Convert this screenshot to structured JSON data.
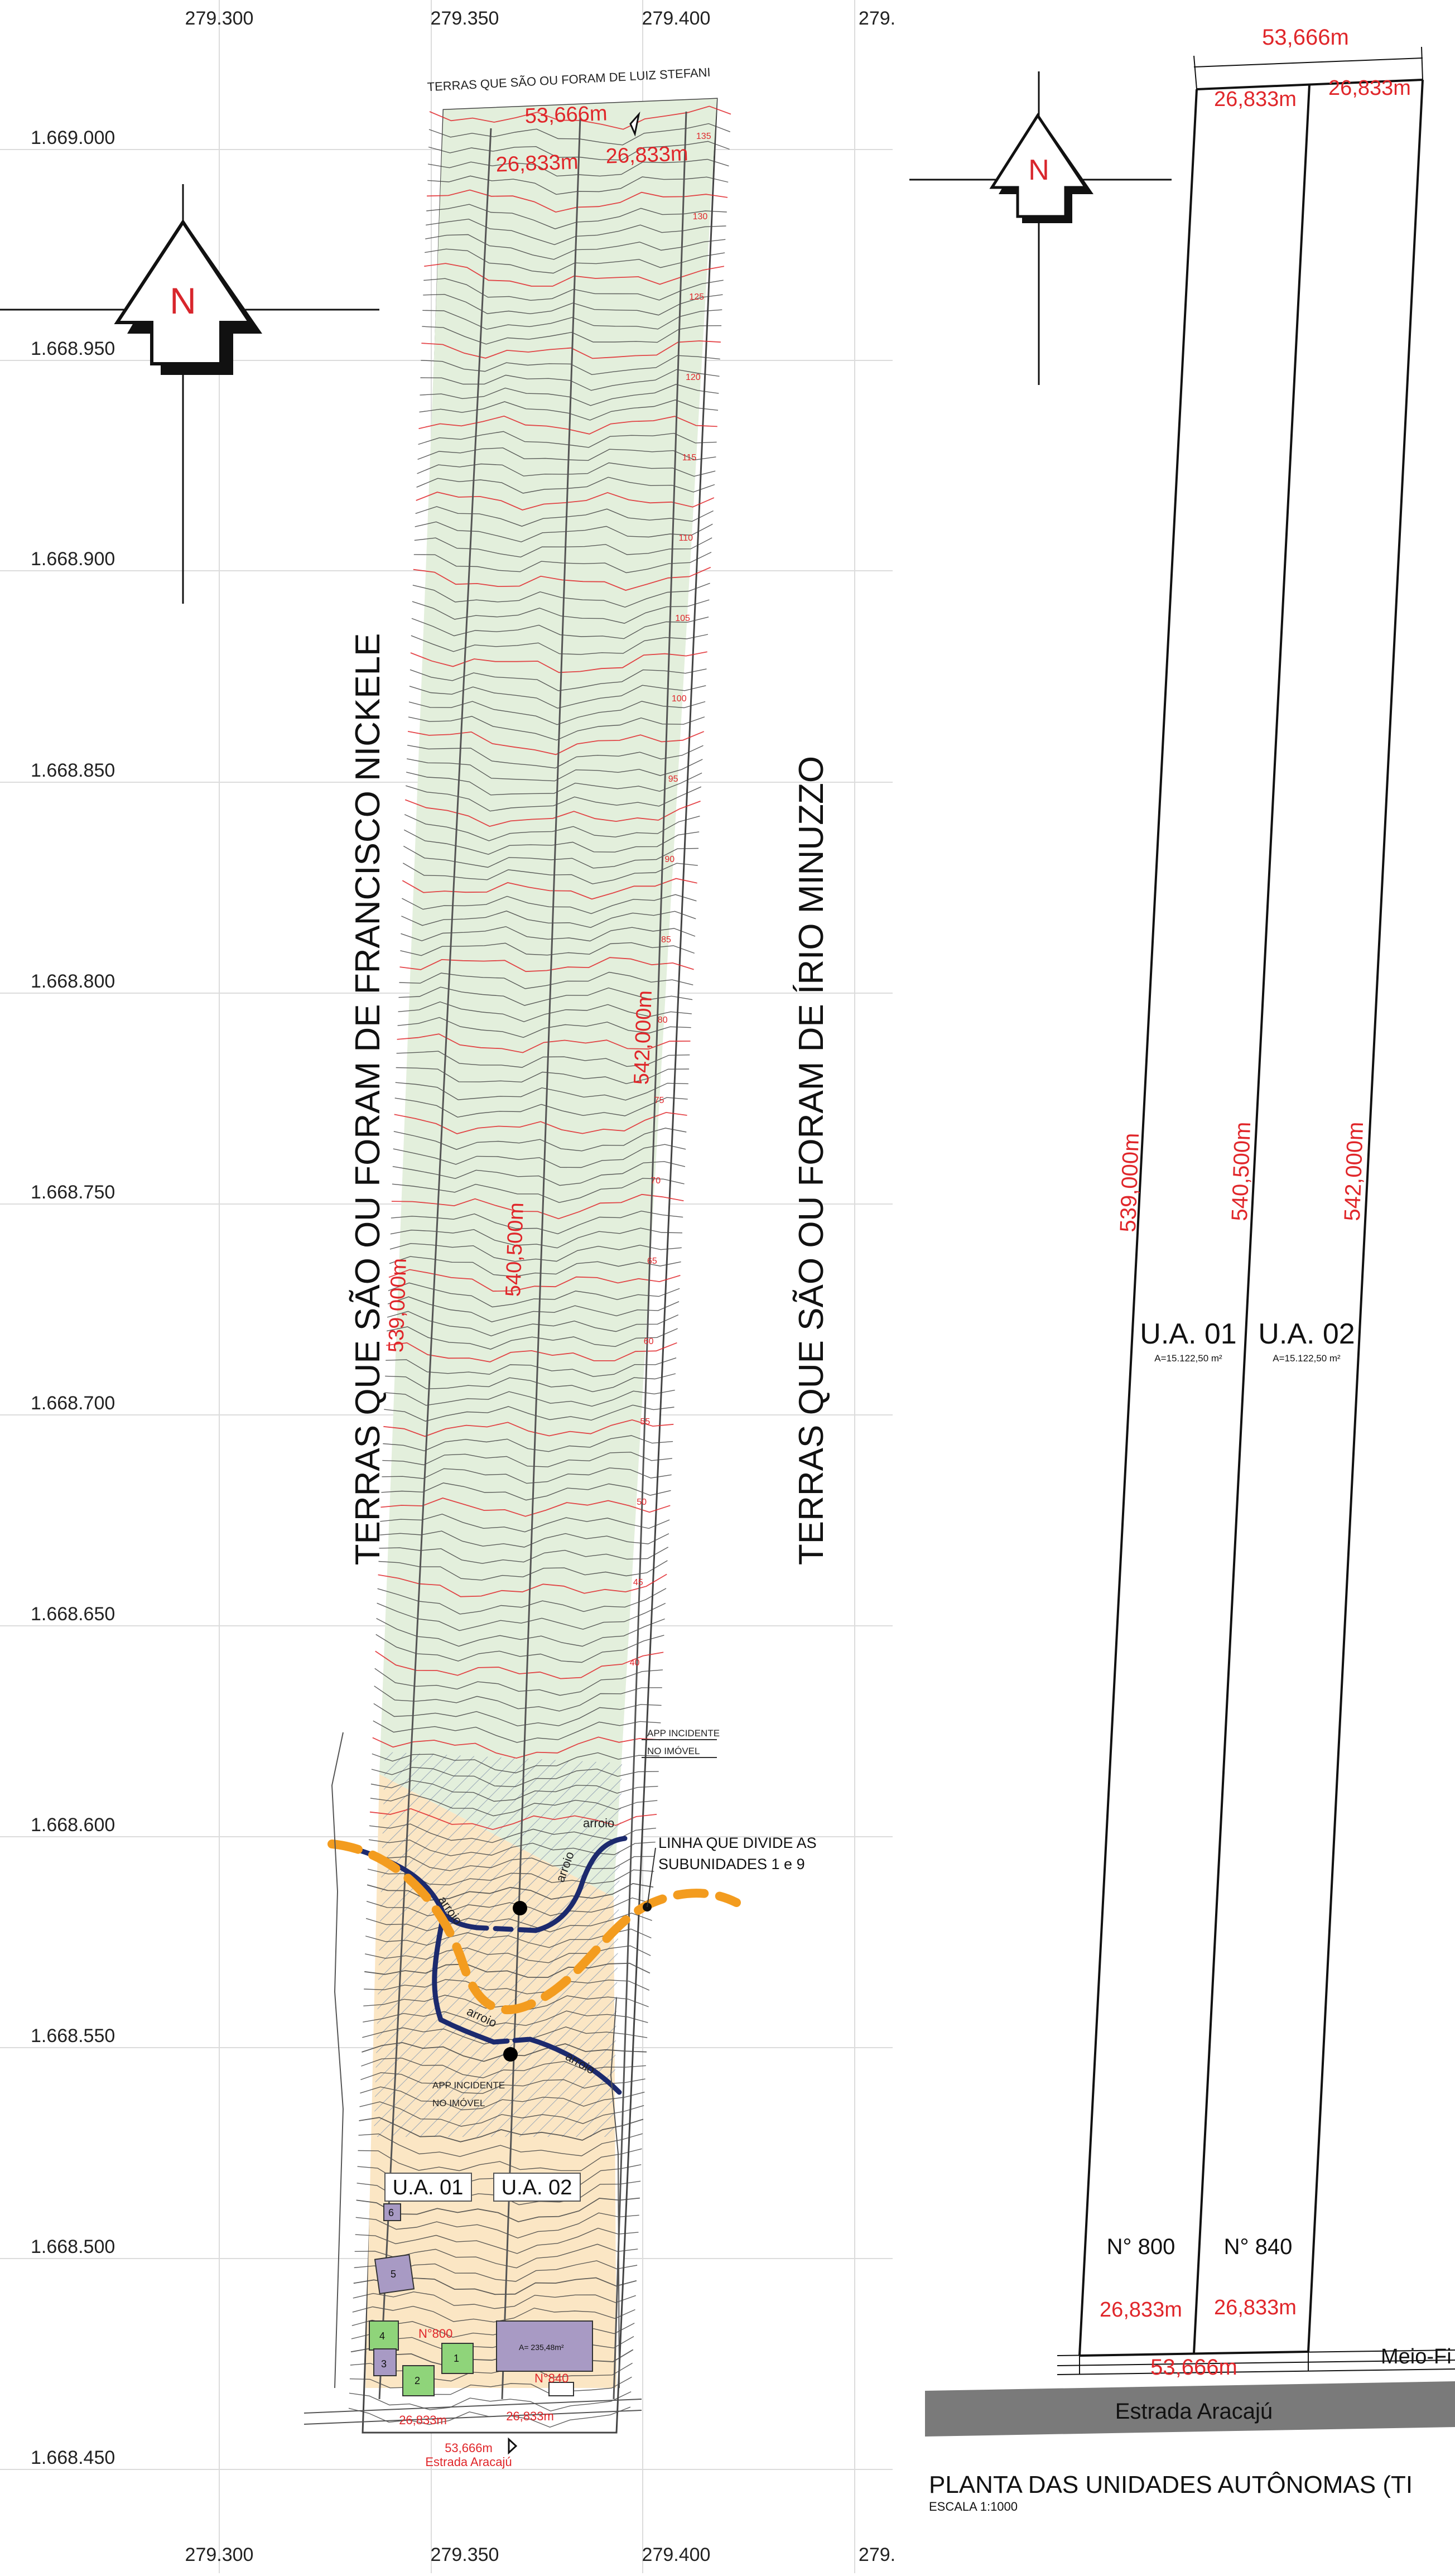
{
  "left_plan": {
    "grid_x_labels": [
      "279.300",
      "279.350",
      "279.400",
      "279."
    ],
    "grid_y_labels": [
      "1.669.000",
      "1.668.950",
      "1.668.900",
      "1.668.850",
      "1.668.800",
      "1.668.750",
      "1.668.700",
      "1.668.650",
      "1.668.600",
      "1.668.550",
      "1.668.500",
      "1.668.450"
    ],
    "north_letter": "N",
    "top_neighbor": "TERRAS QUE SÃO OU FORAM DE LUIZ STEFANI",
    "left_neighbor": "TERRAS QUE SÃO OU FORAM DE FRANCISCO NICKELE",
    "right_neighbor": "TERRAS QUE SÃO OU FORAM DE ÍRIO MINUZZO",
    "top_total_width": "53,666m",
    "top_half_left": "26,833m",
    "top_half_right": "26,833m",
    "length_left": "539,000m",
    "length_middle": "540,500m",
    "length_right": "542,000m",
    "contour_labels": [
      "135",
      "130",
      "125",
      "120",
      "115",
      "110",
      "105",
      "100",
      "95",
      "90",
      "85",
      "80",
      "75",
      "70",
      "65",
      "60",
      "55",
      "50",
      "45",
      "40"
    ],
    "app_note_top_line1": "APP INCIDENTE",
    "app_note_top_line2": "NO IMÓVEL",
    "app_note_bottom_line1": "APP INCIDENTE",
    "app_note_bottom_line2": "NO IMÓVEL",
    "stream_label": "arroio",
    "division_line_label_1": "LINHA QUE DIVIDE AS",
    "division_line_label_2": "SUBUNIDADES 1 e 9",
    "ua01": "U.A. 01",
    "ua02": "U.A. 02",
    "building_area": "A= 235,48m²",
    "number_800": "N°800",
    "number_840": "N°840",
    "bottom_half_left": "26,833m",
    "bottom_half_right": "26,833m",
    "bottom_total": "53,666m",
    "road": "Estrada Aracajú",
    "building_numbers": [
      "1",
      "2",
      "3",
      "4",
      "5",
      "6"
    ]
  },
  "right_plan": {
    "north_letter": "N",
    "top_total": "53,666m",
    "top_half_left": "26,833m",
    "top_half_right": "26,833m",
    "length_left": "539,000m",
    "length_middle": "540,500m",
    "length_right": "542,000m",
    "ua01_label": "U.A. 01",
    "ua01_area": "A=15.122,50 m²",
    "ua02_label": "U.A. 02",
    "ua02_area": "A=15.122,50 m²",
    "number_800": "N° 800",
    "number_840": "N° 840",
    "bottom_half_left": "26,833m",
    "bottom_half_right": "26,833m",
    "bottom_total": "53,666m",
    "curb_label": "Meio-Fi",
    "road": "Estrada Aracajú",
    "title": "PLANTA DAS UNIDADES AUTÔNOMAS (TI",
    "scale": "ESCALA 1:1000"
  },
  "colors": {
    "dimension_red": "#e0262a",
    "vegetation_green": "#e3efdc",
    "subunit_orange": "#fbe6c4",
    "division_orange": "#f39c1f",
    "stream_blue": "#1c2a6e",
    "road_gray": "#7a7a7a",
    "building_purple": "#a89ac4",
    "building_green": "#8fd47a"
  }
}
